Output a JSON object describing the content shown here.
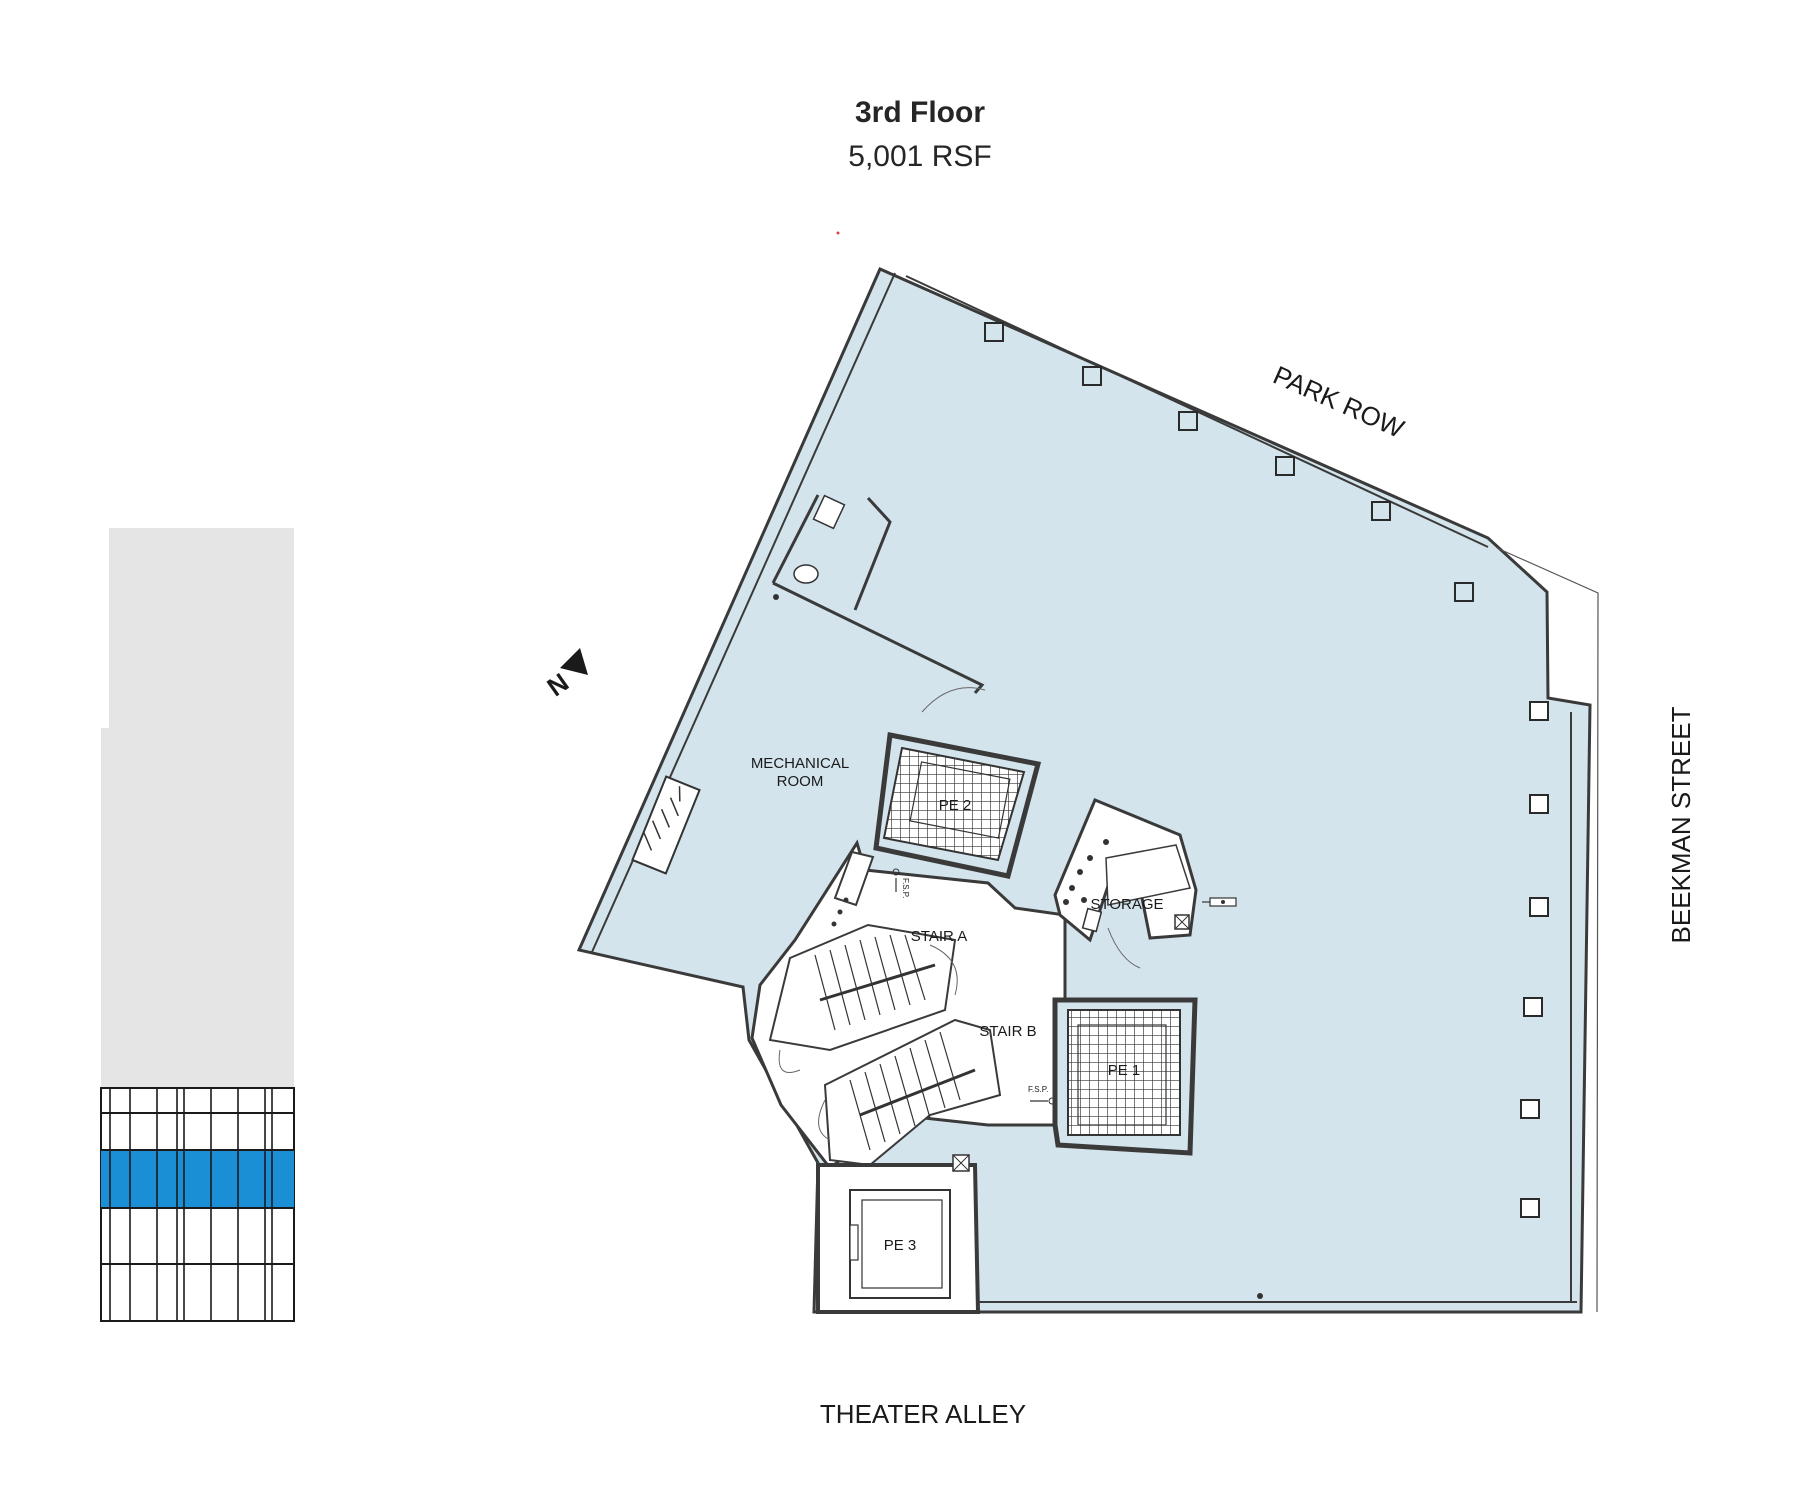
{
  "header": {
    "title": "3rd Floor",
    "area": "5,001 RSF"
  },
  "streets": {
    "north_side": "PARK ROW",
    "east_side": "BEEKMAN STREET",
    "south_side": "THEATER ALLEY"
  },
  "compass": {
    "label": "N",
    "icon": "north-arrow-icon"
  },
  "rooms": {
    "mechanical_line1": "MECHANICAL",
    "mechanical_line2": "ROOM",
    "stair_a": "STAIR A",
    "stair_b": "STAIR B",
    "pe1": "PE 1",
    "pe2": "PE 2",
    "pe3": "PE 3",
    "storage": "STORAGE",
    "fsp_1": "F.S.P.",
    "fsp_2": "F.S.P."
  },
  "stack_diagram": {
    "highlighted_floor": "3rd Floor",
    "colors": {
      "highlight": "#1a8fd6",
      "building": "#e5e5e5",
      "grid": "#1a1a1a"
    }
  },
  "colors": {
    "floor_fill": "#d4e4ec",
    "wall": "#3a3a3a",
    "text": "#262626"
  }
}
